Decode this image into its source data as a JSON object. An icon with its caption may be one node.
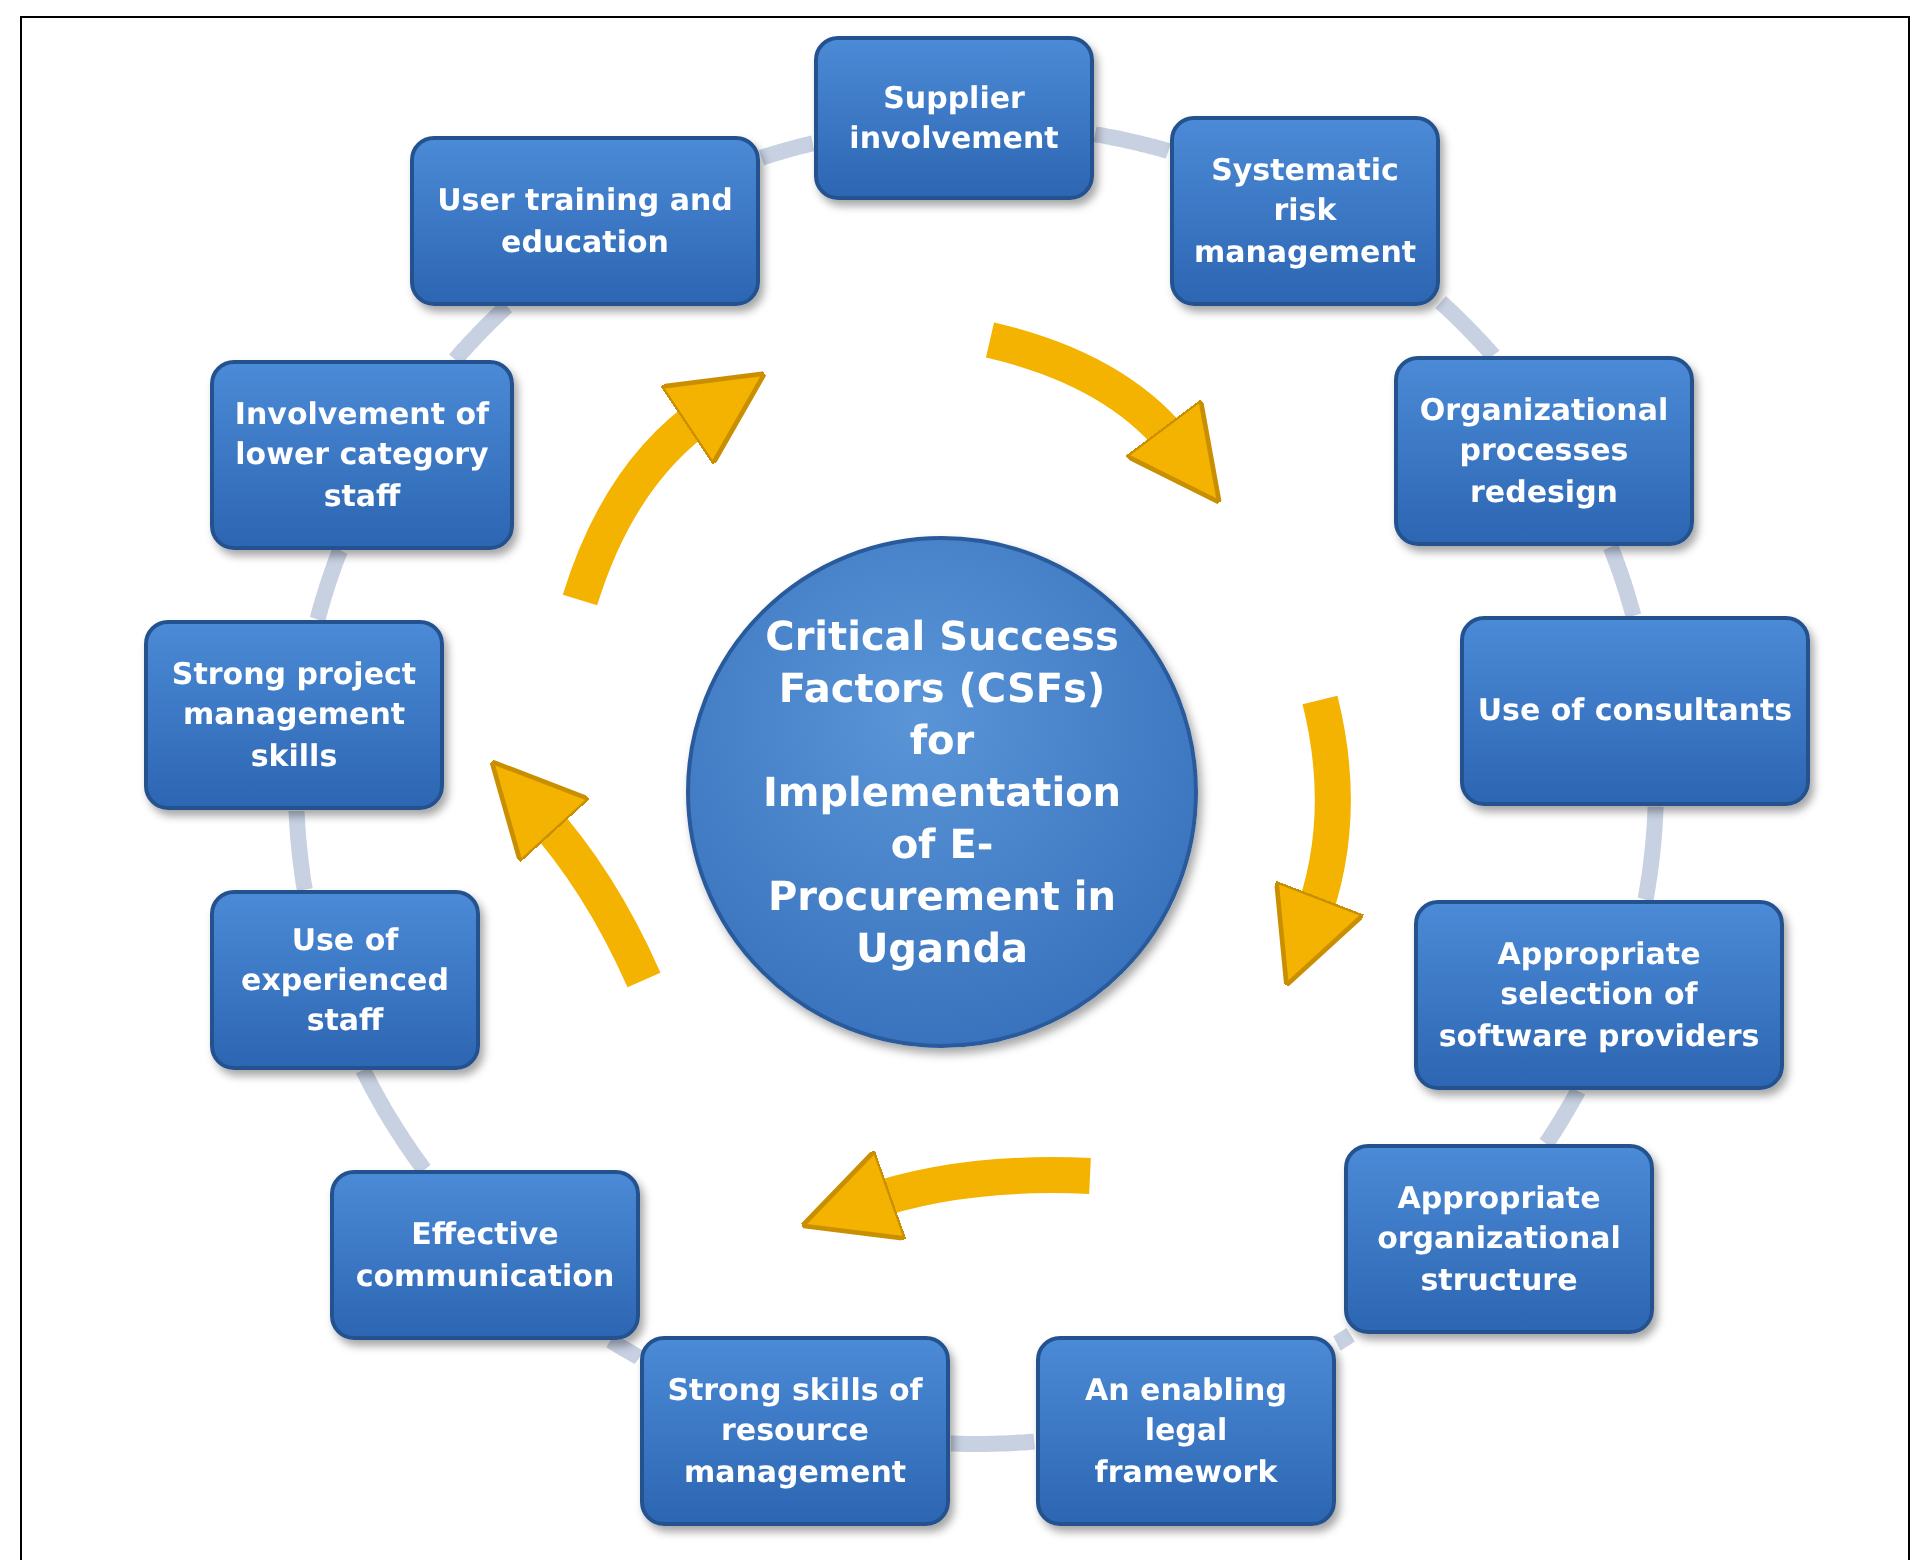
{
  "diagram": {
    "nodes": [
      {
        "text": [
          "Critical Success Factors (CSFs) for Implementation of E-Procurement in Uganda"
        ]
      },
      {
        "text": [
          "Supplier involvement"
        ]
      },
      {
        "text": [
          "Systematic risk management"
        ]
      },
      {
        "text": [
          "Organizational processes redesign"
        ]
      },
      {
        "text": [
          "Use of consultants"
        ]
      },
      {
        "text": [
          "Appropriate selection of software providers"
        ]
      },
      {
        "text": [
          "Appropriate organizational structure"
        ]
      },
      {
        "text": [
          "An enabling legal framework"
        ]
      },
      {
        "text": [
          "Strong skills of resource management"
        ]
      },
      {
        "text": [
          "Effective communication"
        ]
      },
      {
        "text": [
          "Use of experienced staff"
        ]
      },
      {
        "text": [
          "Strong project management skills"
        ]
      },
      {
        "text": [
          "Involvement of lower category staff"
        ]
      },
      {
        "text": [
          "User training and education"
        ]
      }
    ],
    "edges": [
      {
        "from": 1,
        "to": 2,
        "arrow": "none"
      },
      {
        "from": 2,
        "to": 3,
        "arrow": "none"
      },
      {
        "from": 3,
        "to": 4,
        "arrow": "none"
      },
      {
        "from": 4,
        "to": 5,
        "arrow": "none"
      },
      {
        "from": 5,
        "to": 6,
        "arrow": "none"
      },
      {
        "from": 6,
        "to": 7,
        "arrow": "none"
      },
      {
        "from": 7,
        "to": 8,
        "arrow": "none"
      },
      {
        "from": 8,
        "to": 9,
        "arrow": "none"
      },
      {
        "from": 9,
        "to": 10,
        "arrow": "none"
      },
      {
        "from": 10,
        "to": 11,
        "arrow": "none"
      },
      {
        "from": 11,
        "to": 12,
        "arrow": "none"
      },
      {
        "from": 12,
        "to": 13,
        "arrow": "none"
      },
      {
        "from": 13,
        "to": 1,
        "arrow": "none"
      }
    ]
  }
}
